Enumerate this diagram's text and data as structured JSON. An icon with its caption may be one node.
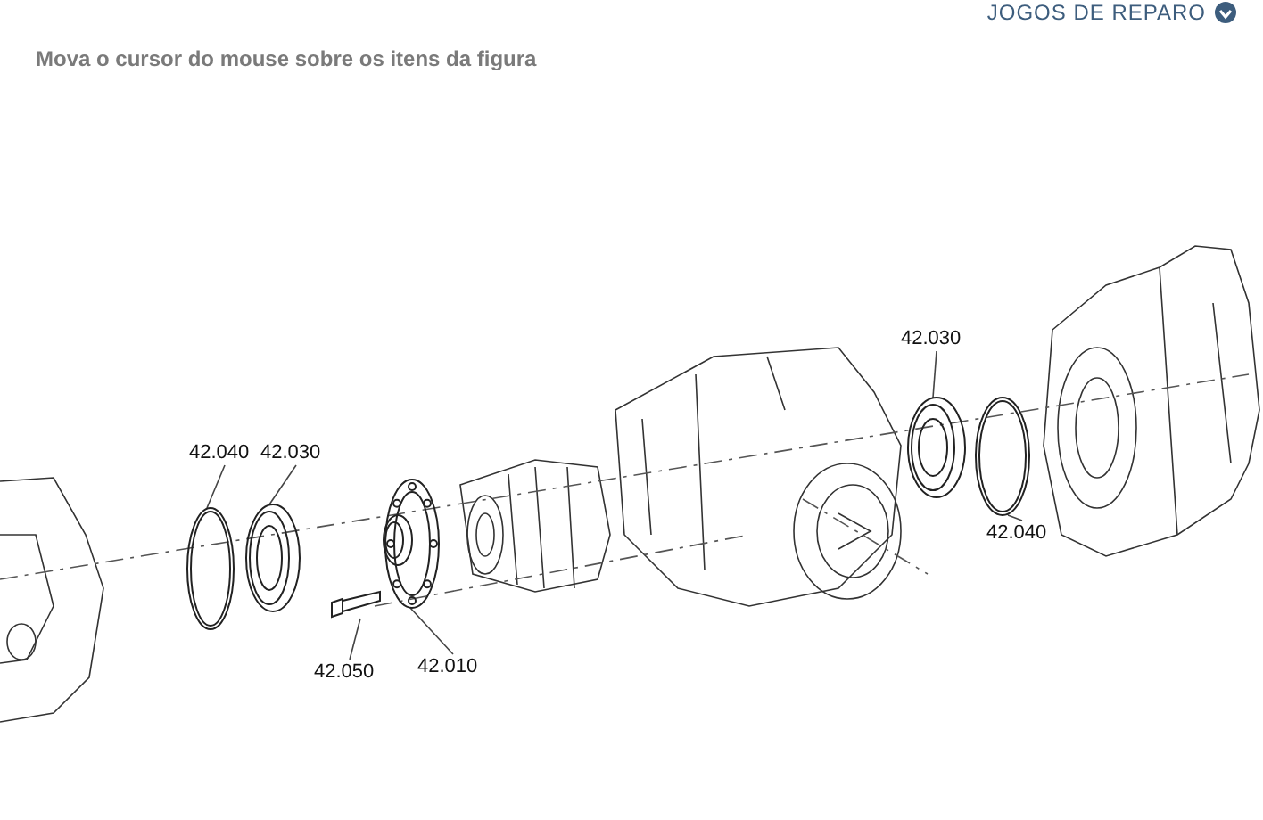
{
  "diagram": {
    "title": "Mova o cursor do mouse sobre os itens da figura",
    "nodes": [
      {
        "text": [
          "42.040"
        ]
      },
      {
        "text": [
          "42.030"
        ]
      },
      {
        "text": [
          "42.050"
        ]
      },
      {
        "text": [
          "42.010"
        ]
      },
      {
        "text": [
          "42.030"
        ]
      },
      {
        "text": [
          "42.040"
        ]
      },
      {
        "text": [],
        "shape": "picture"
      },
      {
        "text": [],
        "shape": "picture"
      },
      {
        "text": [],
        "shape": "picture"
      },
      {
        "text": [],
        "shape": "picture"
      },
      {
        "text": [],
        "shape": "picture"
      },
      {
        "text": [],
        "shape": "picture"
      }
    ],
    "edges": [
      {
        "from": 0,
        "to": 6,
        "arrow": "none"
      },
      {
        "from": 1,
        "to": 7,
        "arrow": "none"
      },
      {
        "from": 2,
        "to": 8,
        "arrow": "none"
      },
      {
        "from": 3,
        "to": 9,
        "arrow": "none"
      },
      {
        "from": 4,
        "to": 10,
        "arrow": "none"
      },
      {
        "from": 5,
        "to": 11,
        "arrow": "none"
      }
    ],
    "labels": [
      "JOGOS DE REPARO"
    ]
  }
}
